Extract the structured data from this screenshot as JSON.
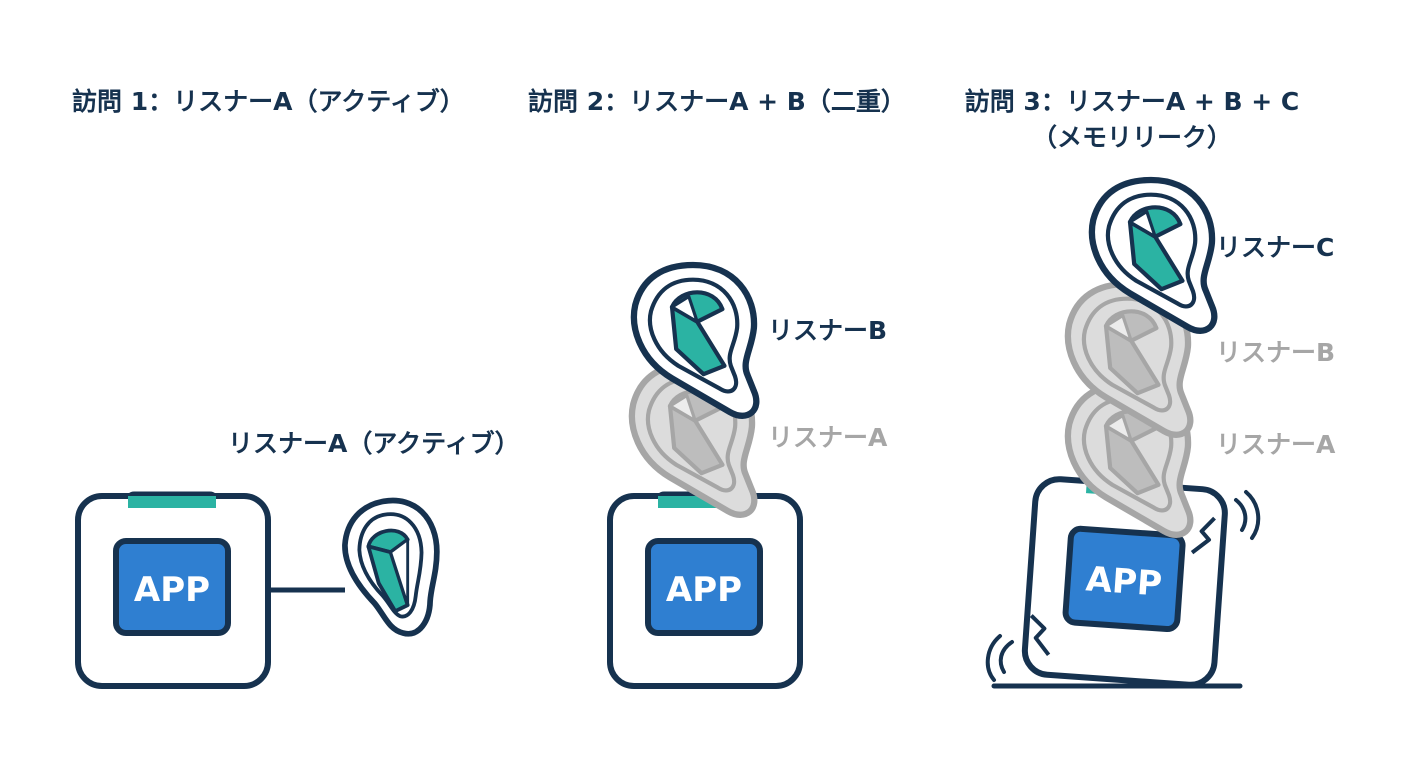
{
  "panels": [
    {
      "title": "訪問 1：リスナーA（アクティブ）",
      "app_label": "APP",
      "listeners": [
        {
          "label": "リスナーA（アクティブ）",
          "state": "active"
        }
      ]
    },
    {
      "title": "訪問 2：リスナーA + B（二重）",
      "app_label": "APP",
      "listeners": [
        {
          "label": "リスナーB",
          "state": "active"
        },
        {
          "label": "リスナーA",
          "state": "stale"
        }
      ]
    },
    {
      "title_line1": "訪問 3：リスナーA + B + C",
      "title_line2": "（メモリリーク）",
      "app_label": "APP",
      "listeners": [
        {
          "label": "リスナーC",
          "state": "active"
        },
        {
          "label": "リスナーB",
          "state": "stale"
        },
        {
          "label": "リスナーA",
          "state": "stale"
        }
      ]
    }
  ],
  "colors": {
    "outline": "#16324f",
    "app_screen": "#2f7fd1",
    "accent": "#2bb3a3",
    "stale_fill": "#d9d9d9",
    "stale_stroke": "#a6a6a6",
    "stale_label": "#a6a6a6"
  },
  "icons": [
    "ear-icon",
    "app-device-icon",
    "crack-icon",
    "shake-lines-icon"
  ]
}
